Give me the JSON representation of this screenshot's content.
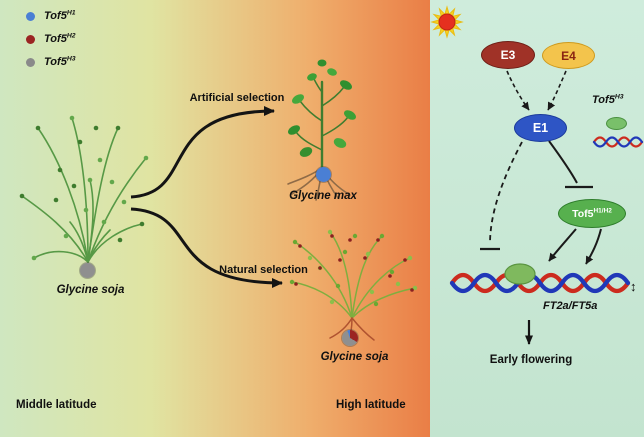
{
  "legend": {
    "items": [
      {
        "gene": "Tof5",
        "allele": "H1",
        "color": "#4a7fd4"
      },
      {
        "gene": "Tof5",
        "allele": "H2",
        "color": "#9b2422"
      },
      {
        "gene": "Tof5",
        "allele": "H3",
        "color": "#8a8a8a"
      }
    ]
  },
  "left": {
    "source_label": "Glycine soja",
    "artificial": "Artificial selection",
    "natural": "Natural selection",
    "max_label": "Glycine max",
    "high_label": "Glycine soja",
    "middle_latitude": "Middle latitude",
    "high_latitude": "High latitude"
  },
  "right": {
    "e3": "E3",
    "e4": "E4",
    "e1": "E1",
    "tof5h3": {
      "gene": "Tof5",
      "allele": "H3"
    },
    "tof5h1h2": {
      "gene": "Tof5",
      "allele": "H1/H2"
    },
    "gene_label": "FT2a/FT5a",
    "outcome": "Early flowering"
  },
  "pies": {
    "source": "#8f8f8f",
    "max": "#4a7fd4",
    "high": "conic-gradient(#9b2422 0deg 120deg, #8f8f8f 120deg 340deg, #4a7fd4 340deg 360deg)"
  },
  "fills": {
    "e3": "#a03227",
    "e4": "#f3c44c",
    "e1": "#2e55c5",
    "tof5": "#57b04e",
    "tof5_small": "#79c06a"
  },
  "colors": {
    "dna_red": "#cc2b1e",
    "dna_blue": "#2038b8",
    "sun_ray": "#f6d321",
    "sun_core": "#e5301f"
  },
  "icons": {
    "double_arrow": "↕"
  }
}
